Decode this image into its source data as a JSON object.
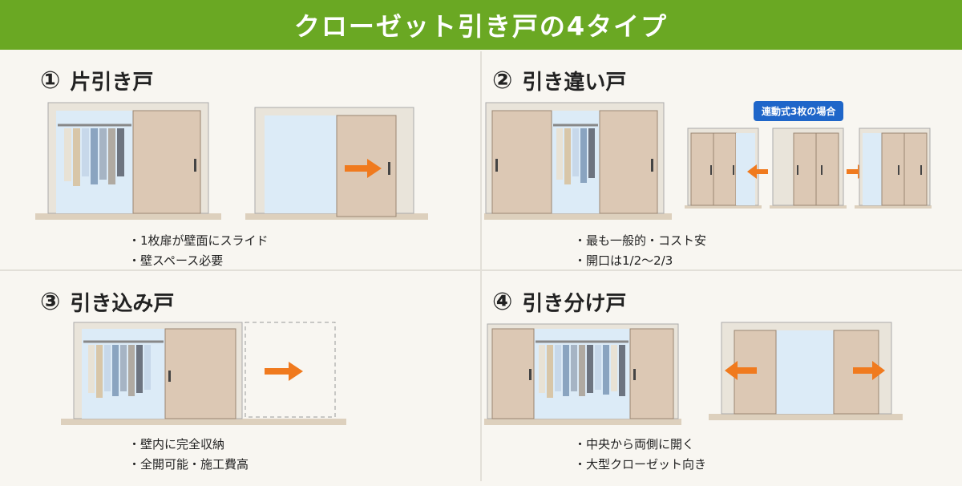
{
  "header": {
    "title": "クローゼット引き戸の4タイプ"
  },
  "types": [
    {
      "number": "①",
      "name": "片引き戸",
      "bullets": [
        "1枚扉が壁面にスライド",
        "壁スペース必要"
      ]
    },
    {
      "number": "②",
      "name": "引き違い戸",
      "bullets": [
        "最も一般的・コスト安",
        "開口は1/2〜2/3"
      ]
    },
    {
      "number": "③",
      "name": "引き込み戸",
      "bullets": [
        "壁内に完全収納",
        "全開可能・施工費高"
      ]
    },
    {
      "number": "④",
      "name": "引き分け戸",
      "bullets": [
        "中央から両側に開く",
        "大型クローゼット向き"
      ]
    }
  ],
  "badge": {
    "label": "連動式3枚の場合"
  },
  "colors": {
    "header": "#6aa823",
    "door": "#dcc8b4",
    "frame": "#e9e4da",
    "glass": "#dcebf7",
    "floor": "#ddd0bd",
    "arrow": "#f07a1e",
    "badge": "#1f66c9"
  }
}
